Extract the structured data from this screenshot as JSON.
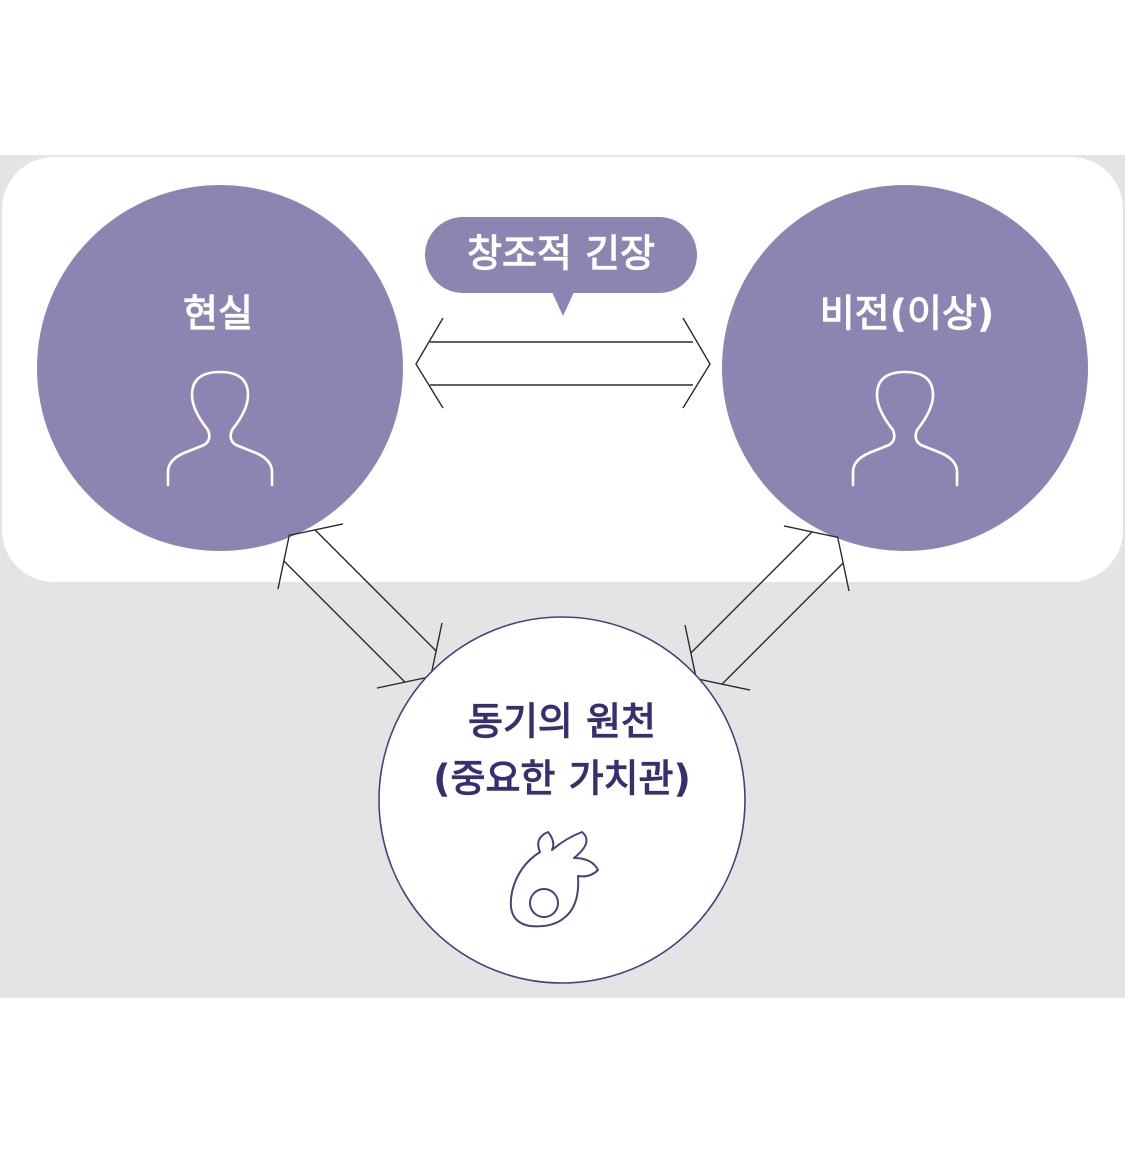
{
  "colors": {
    "background_band": "#e4e4e4",
    "panel": "#ffffff",
    "node_fill": "#8e84b2",
    "node_text": "#ffffff",
    "source_text": "#3a2f6e",
    "source_stroke": "#4a3f7e",
    "arrow_stroke": "#2b2b2b"
  },
  "nodes": {
    "reality": {
      "label": "현실",
      "icon": "person-icon"
    },
    "vision": {
      "label": "비전(이상)",
      "icon": "person-icon"
    },
    "motivation": {
      "line1": "동기의 원천",
      "line2": "(중요한 가치관)",
      "icon": "fire-icon"
    }
  },
  "tension_bubble": {
    "label": "창조적 긴장"
  }
}
